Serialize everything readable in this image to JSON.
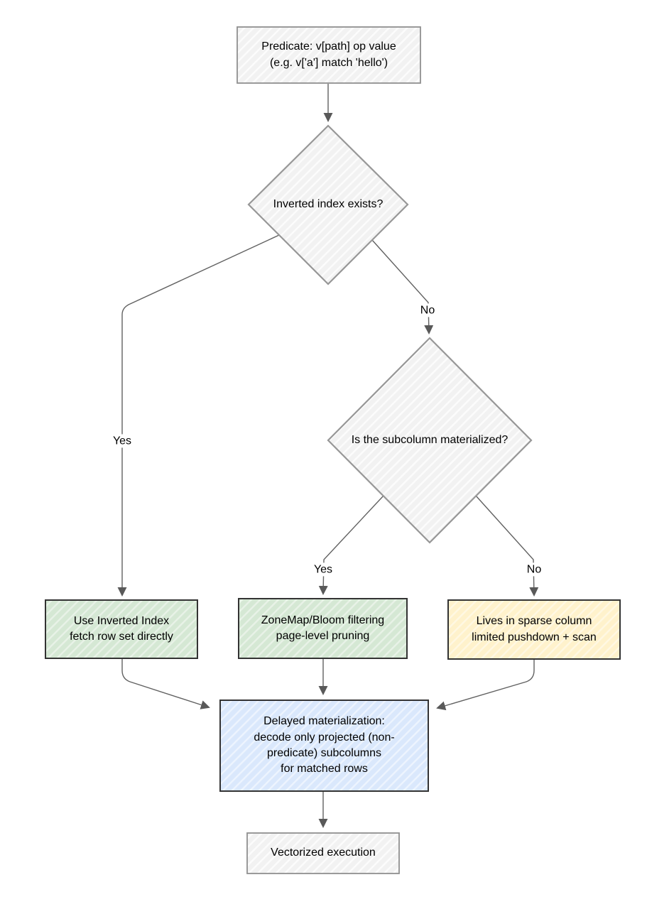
{
  "colors": {
    "canvas_bg": "#ffffff",
    "gray_fill": "#f2f2f2",
    "gray_border": "#909090",
    "diamond_border": "#979797",
    "green_fill": "#d5e8d4",
    "yellow_fill": "#fff2cc",
    "blue_fill": "#dae8fc",
    "dark_border": "#333333",
    "connector": "#616161",
    "arrowhead": "#595959",
    "text": "#000000"
  },
  "nodes": {
    "predicate": {
      "line1": "Predicate: v[path] op value",
      "line2": "(e.g. v['a'] match 'hello')"
    },
    "inverted_index_decision": {
      "label": "Inverted index exists?"
    },
    "subcolumn_decision": {
      "label": "Is the subcolumn materialized?"
    },
    "use_inverted_index": {
      "line1": "Use Inverted Index",
      "line2": "fetch row set directly"
    },
    "zonemap_bloom": {
      "line1": "ZoneMap/Bloom filtering",
      "line2": "page-level pruning"
    },
    "sparse_column": {
      "line1": "Lives in sparse column",
      "line2": "limited pushdown + scan"
    },
    "delayed_materialization": {
      "line1": "Delayed materialization:",
      "line2": "decode only projected (non-",
      "line3": "predicate) subcolumns",
      "line4": "for matched rows"
    },
    "vectorized_execution": {
      "label": "Vectorized execution"
    }
  },
  "edges": {
    "yes_inverted": "Yes",
    "no_inverted": "No",
    "yes_materialized": "Yes",
    "no_materialized": "No"
  }
}
